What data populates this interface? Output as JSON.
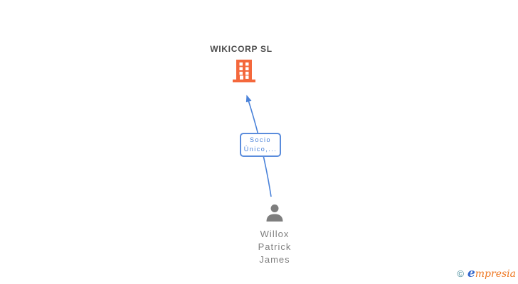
{
  "diagram": {
    "company": {
      "name": "WIKICORP SL",
      "icon": "building-icon",
      "icon_color": "#F4683C",
      "title_color": "#4D4D4D"
    },
    "relationship": {
      "label_line1": "Socio",
      "label_line2": "Único,...",
      "arrow_color": "#4A82D9",
      "box_border_color": "#5A8CDC",
      "box_background": "#FFFFFF"
    },
    "person": {
      "name_line1": "Willox",
      "name_line2": "Patrick",
      "name_line3": "James",
      "icon": "person-icon",
      "icon_color": "#7E7E7E",
      "name_color": "#808080"
    }
  },
  "watermark": {
    "copyright_symbol": "©",
    "brand_initial": "e",
    "brand_rest": "mpresia",
    "copyright_color": "#3D8696",
    "initial_color": "#3366CC",
    "rest_color": "#EE7722"
  }
}
